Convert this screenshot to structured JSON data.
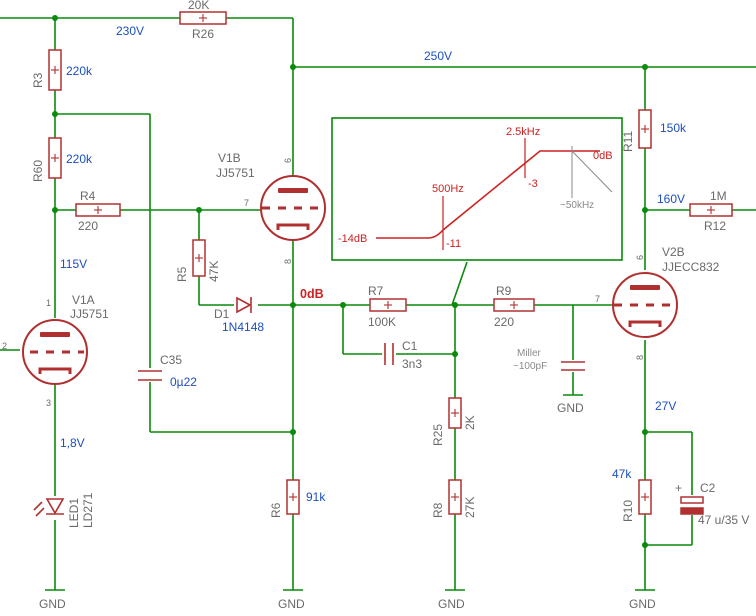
{
  "voltages": {
    "v230": "230V",
    "v250": "250V",
    "v160": "160V",
    "v115": "115V",
    "v1_8": "1,8V",
    "v27": "27V"
  },
  "nodes": {
    "odb": "0dB"
  },
  "resistors": {
    "r26": {
      "name": "R26",
      "value": "20K"
    },
    "r3": {
      "name": "R3",
      "value": "220k"
    },
    "r60": {
      "name": "R60",
      "value": "220k"
    },
    "r4": {
      "name": "R4",
      "value": "220"
    },
    "r5": {
      "name": "R5",
      "value": "47K"
    },
    "r7": {
      "name": "R7",
      "value": "100K"
    },
    "r9": {
      "name": "R9",
      "value": "220"
    },
    "r11": {
      "name": "R11",
      "value": "150k"
    },
    "r12": {
      "name": "R12",
      "value": "1M"
    },
    "r25": {
      "name": "R25",
      "value": "2K"
    },
    "r8": {
      "name": "R8",
      "value": "27K"
    },
    "r6": {
      "name": "R6",
      "value": "91k"
    },
    "r10": {
      "name": "R10",
      "value": "47k"
    }
  },
  "capacitors": {
    "c35": {
      "name": "C35",
      "value": "0µ22"
    },
    "c1": {
      "name": "C1",
      "value": "3n3"
    },
    "c2": {
      "name": "C2",
      "value": "47 u/35 V"
    },
    "miller": {
      "line1": "Miller",
      "line2": "~100pF"
    }
  },
  "diodes": {
    "d1": {
      "name": "D1",
      "part": "1N4148"
    },
    "led1": {
      "name": "LED1",
      "part": "LD271"
    }
  },
  "tubes": {
    "v1a": {
      "name": "V1A",
      "part": "JJ5751"
    },
    "v1b": {
      "name": "V1B",
      "part": "JJ5751"
    },
    "v2b": {
      "name": "V2B",
      "part": "JJECC832"
    }
  },
  "pins": {
    "p1": "1",
    "p2": "2",
    "p3": "3",
    "p6": "6",
    "p7": "7",
    "p8": "8"
  },
  "ground_label": "GND",
  "inset": {
    "minus14": "-14dB",
    "f500": "500Hz",
    "m11": "-11",
    "f2k5": "2.5kHz",
    "m3": "-3",
    "odb": "0dB",
    "f50k": "~50kHz"
  }
}
